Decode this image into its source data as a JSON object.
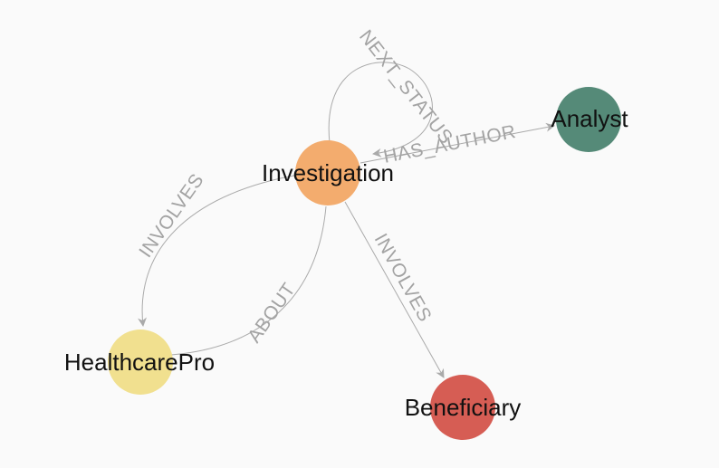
{
  "nodes": {
    "investigation": {
      "label": "Investigation",
      "color": "#f3ac6e"
    },
    "analyst": {
      "label": "Analyst",
      "color": "#558a78"
    },
    "healthcarepro": {
      "label": "HealthcarePro",
      "color": "#f1e08f"
    },
    "beneficiary": {
      "label": "Beneficiary",
      "color": "#d65d54"
    }
  },
  "edges": {
    "next_status": {
      "label": "NEXT_STATUS",
      "from": "Investigation",
      "to": "Investigation"
    },
    "has_author": {
      "label": "HAS_AUTHOR",
      "from": "Investigation",
      "to": "Analyst"
    },
    "involves_healthcarepro": {
      "label": "INVOLVES",
      "from": "Investigation",
      "to": "HealthcarePro"
    },
    "about": {
      "label": "ABOUT",
      "from": "HealthcarePro",
      "to": "Investigation"
    },
    "involves_beneficiary": {
      "label": "INVOLVES",
      "from": "Investigation",
      "to": "Beneficiary"
    }
  },
  "colors": {
    "edge": "#aaaaaa",
    "edge_label": "#a3a3a3",
    "background": "#fafafa"
  }
}
